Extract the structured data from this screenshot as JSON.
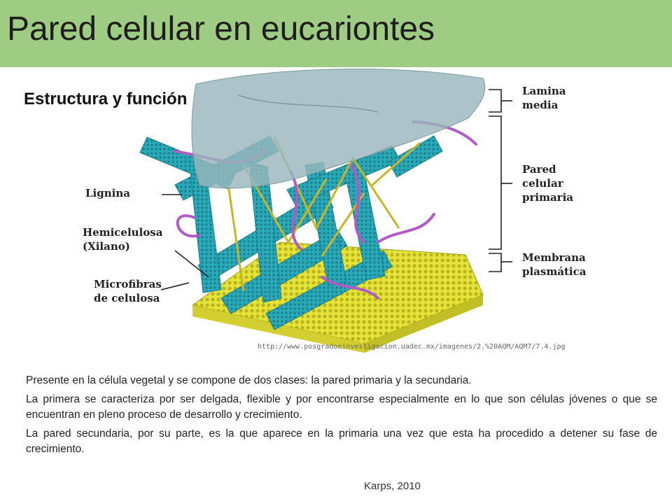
{
  "slide": {
    "title": "Pared celular en eucariontes",
    "subtitle": "Estructura y función"
  },
  "figure": {
    "labels_left": [
      "Lignina",
      "Hemicelulosa\n(Xilano)",
      "Microfibras\nde celulosa"
    ],
    "labels_right": [
      "Lamina\nmedia",
      "Pared\ncelular\nprimaria",
      "Membrana\nplasmática"
    ],
    "source_url": "http://www.posgradoeinvestigacion.uadec.mx/imagenes/2.%20AQM/AQM7/7.4.jpg",
    "colors": {
      "cellulose": "#2aa9b8",
      "lignin": "#b05cc4",
      "hemicellulose": "#c8b62a",
      "membrane": "#d9d92b",
      "middle_lamella": "#9ab7bd"
    }
  },
  "body": {
    "paragraphs": [
      "Presente en la célula vegetal y se compone de dos clases: la pared primaria y la secundaria.",
      "La primera se caracteriza por ser delgada, flexible y por encontrarse especialmente en lo que son células jóvenes o que se encuentran en pleno proceso de desarrollo y crecimiento.",
      "La pared secundaria, por su parte, es la que aparece en la primaria una vez que esta ha procedido a detener su fase de crecimiento."
    ],
    "citation": "Karps, 2010"
  }
}
